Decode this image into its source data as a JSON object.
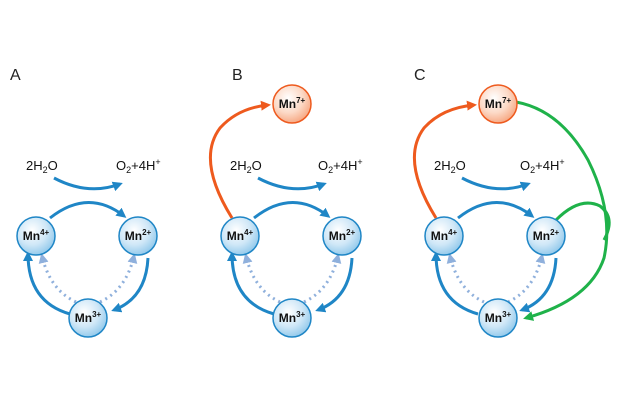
{
  "panels": [
    {
      "label": "A",
      "reaction": {
        "left": "2H",
        "left_sub": "2",
        "left_end": "O",
        "right": "O",
        "right_sub": "2",
        "right_mid": "+4H",
        "right_sup": "+"
      },
      "nodes": {
        "mn4": {
          "base": "Mn",
          "sup": "4+"
        },
        "mn2": {
          "base": "Mn",
          "sup": "2+"
        },
        "mn3": {
          "base": "Mn",
          "sup": "3+"
        }
      }
    },
    {
      "label": "B",
      "reaction": {
        "left": "2H",
        "left_sub": "2",
        "left_end": "O",
        "right": "O",
        "right_sub": "2",
        "right_mid": "+4H",
        "right_sup": "+"
      },
      "nodes": {
        "mn4": {
          "base": "Mn",
          "sup": "4+"
        },
        "mn2": {
          "base": "Mn",
          "sup": "2+"
        },
        "mn3": {
          "base": "Mn",
          "sup": "3+"
        },
        "mn7": {
          "base": "Mn",
          "sup": "7+"
        }
      }
    },
    {
      "label": "C",
      "reaction": {
        "left": "2H",
        "left_sub": "2",
        "left_end": "O",
        "right": "O",
        "right_sub": "2",
        "right_mid": "+4H",
        "right_sup": "+"
      },
      "nodes": {
        "mn4": {
          "base": "Mn",
          "sup": "4+"
        },
        "mn2": {
          "base": "Mn",
          "sup": "2+"
        },
        "mn3": {
          "base": "Mn",
          "sup": "3+"
        },
        "mn7": {
          "base": "Mn",
          "sup": "7+"
        }
      }
    }
  ],
  "colors": {
    "cycle_arrow": "#1f86c6",
    "dotted_arrow": "#8fb0dc",
    "orange_arrow": "#ee5a1e",
    "green_arrow": "#1fb24a",
    "blue_node_fill": "#cfe7f7",
    "blue_node_stroke": "#1f86c6",
    "orange_node_fill": "#fbd2bb",
    "orange_node_stroke": "#ee5a1e"
  }
}
